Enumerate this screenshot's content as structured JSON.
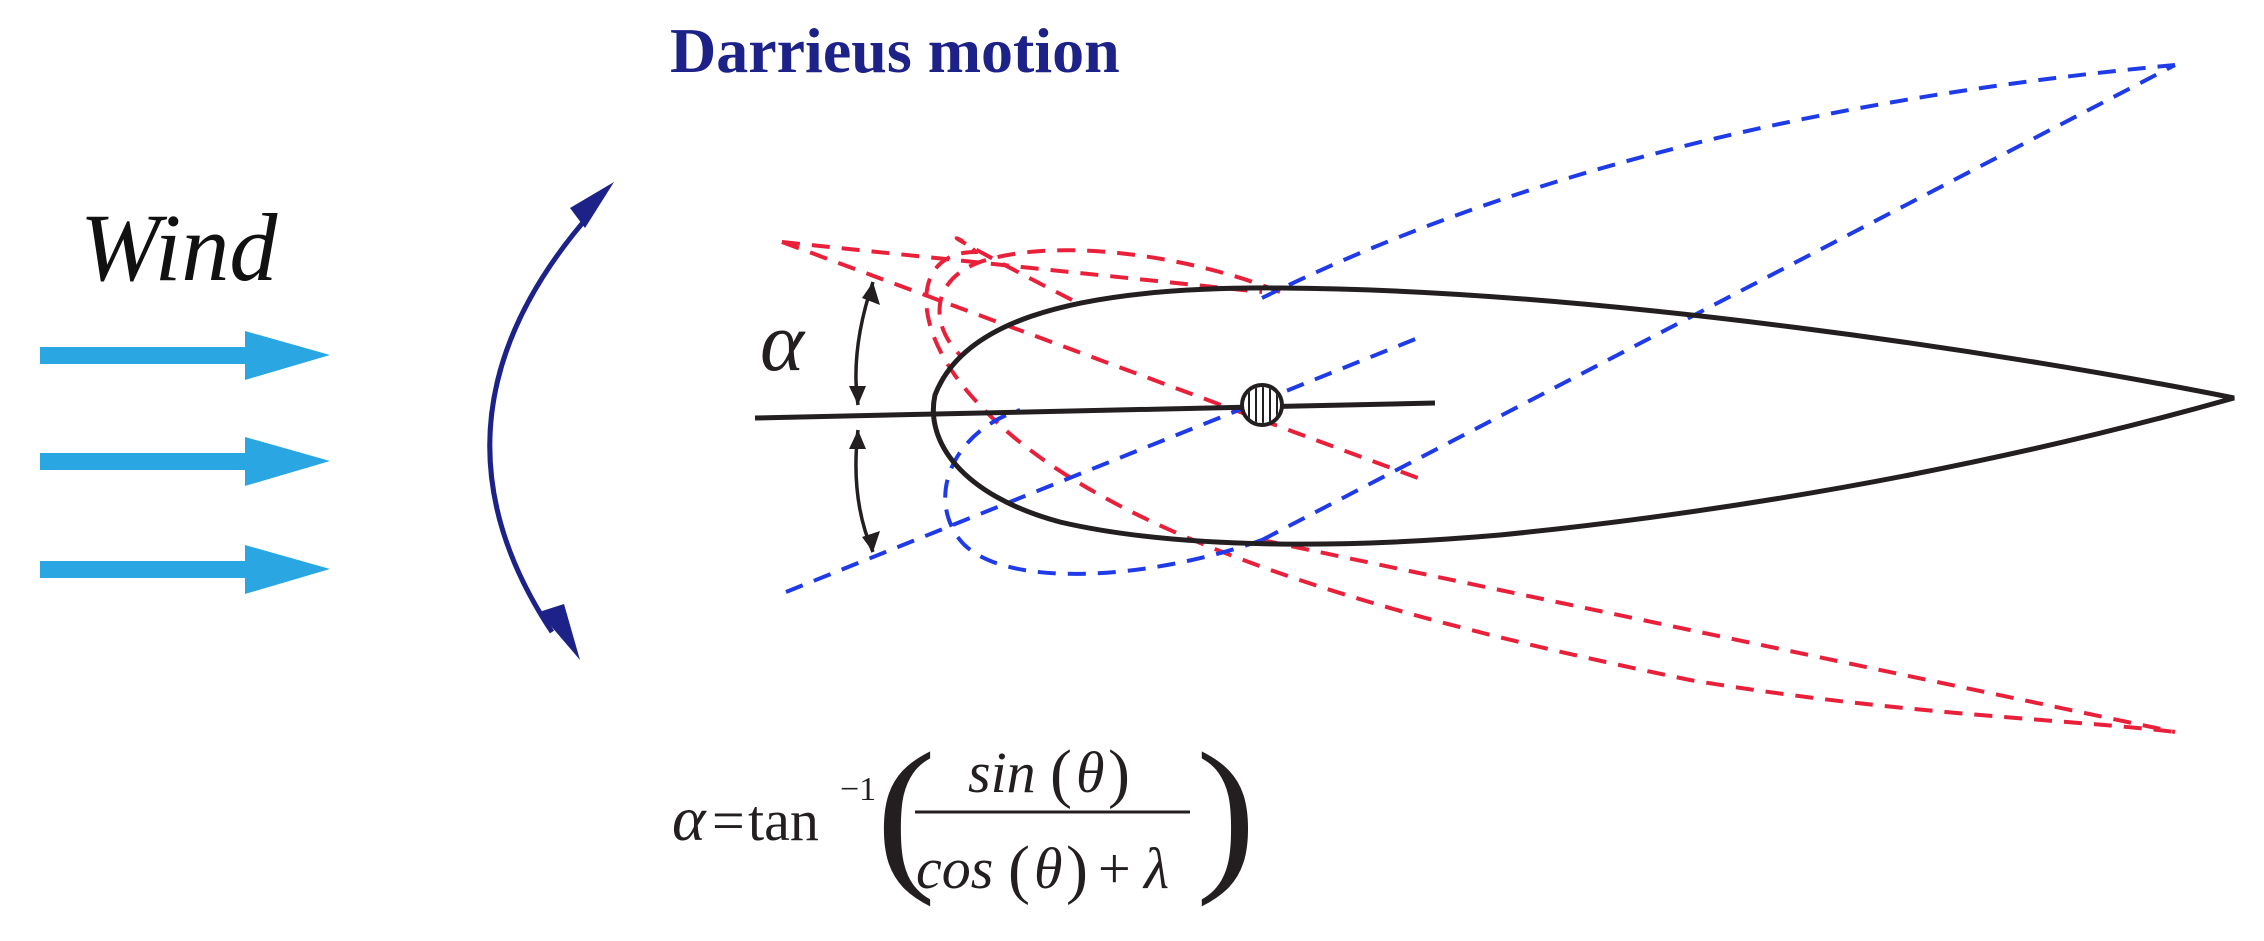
{
  "title": "Darrieus motion",
  "wind_label": "Wind",
  "alpha_label": "α",
  "formula": {
    "lhs": "α",
    "equals": "=",
    "func": "tan",
    "exponent": "−1",
    "numerator_func": "sin",
    "numerator_arg": "θ",
    "denominator_func": "cos",
    "denominator_arg": "θ",
    "plus": "+",
    "lambda": "λ",
    "open_paren": "(",
    "close_paren": ")"
  },
  "colors": {
    "title": "#1c2287",
    "wind_arrows": "#2aa6e3",
    "rotation_arrow": "#1c2287",
    "airfoil": "#231f20",
    "blue_dashed": "#1f3be8",
    "red_dashed": "#e8203a"
  }
}
